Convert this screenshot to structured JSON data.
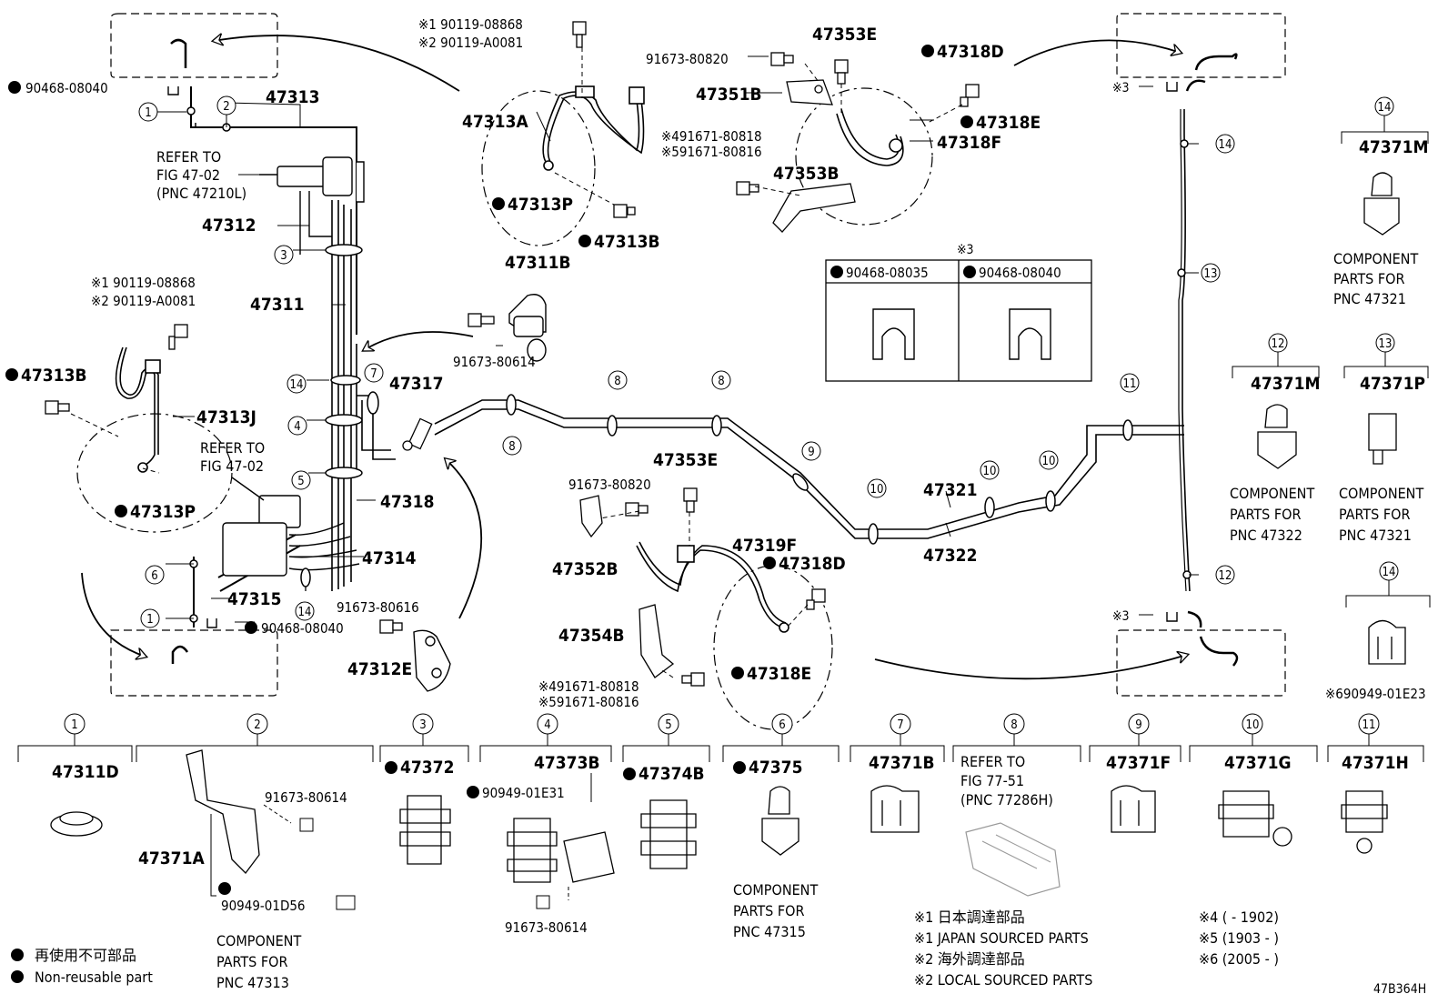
{
  "diagram_id": "47B364H",
  "top_parts": {
    "p47313": "47313",
    "p47313A": "47313A",
    "p47313P_a": "47313P",
    "p47313B_a": "47313B",
    "p47311B": "47311B",
    "b90119_1a": "※1 90119-08868",
    "b90119_2a": "※2 90119-A0081",
    "b90468_08040_a": "90468-08040",
    "p47312": "47312",
    "p47311": "47311",
    "b91673_80614_a": "91673-80614",
    "b90119_1b": "※1 90119-08868",
    "b90119_2b": "※2 90119-A0081",
    "p47313B_b": "47313B",
    "p47313J": "47313J",
    "p47313P_b": "47313P",
    "p47317": "47317",
    "p47318": "47318",
    "p47314": "47314",
    "p47315": "47315",
    "b91673_80616": "91673-80616",
    "b90468_08040_b": "90468-08040",
    "p47312E": "47312E",
    "b91673_80820_a": "91673-80820",
    "p47351B": "47351B",
    "p47353E_a": "47353E",
    "p47318D_a": "47318D",
    "p47318E_a": "47318E",
    "p47318F": "47318F",
    "b491671": "※491671-80818",
    "b591671": "※591671-80816",
    "p47353B": "47353B",
    "p47353E_b": "47353E",
    "b91673_80820_b": "91673-80820",
    "p47352B": "47352B",
    "p47319F": "47319F",
    "p47318D_b": "47318D",
    "p47354B": "47354B",
    "b491671_b": "※491671-80818",
    "b591671_b": "※591671-80816",
    "p47318E_b": "47318E",
    "p47321": "47321",
    "p47322": "47322",
    "x3_label": "※3",
    "x3_top": "※3",
    "x3_bot": "※3"
  },
  "refer_blocks": {
    "r1": [
      "REFER TO",
      "FIG 47-02",
      "(PNC 47210L)"
    ],
    "r2": [
      "REFER TO",
      "FIG 47-02"
    ],
    "r3": [
      "REFER TO",
      "FIG 77-51",
      "(PNC 77286H)"
    ]
  },
  "clip_table": {
    "col1": "90468-08035",
    "col2": "90468-08040"
  },
  "right_column": {
    "c14_part": "47371M",
    "c14_cap": [
      "COMPONENT",
      "PARTS FOR",
      "PNC 47321"
    ],
    "c12_part": "47371M",
    "c12_cap": [
      "COMPONENT",
      "PARTS FOR",
      "PNC 47322"
    ],
    "c13_part": "47371P",
    "c13_cap": [
      "COMPONENT",
      "PARTS FOR",
      "PNC 47321"
    ],
    "c14b_part": "※690949-01E23"
  },
  "bottom_row": {
    "b1": "47311D",
    "b2_parts": [
      "91673-80614",
      "47371A",
      "90949-01D56"
    ],
    "b2_cap": [
      "COMPONENT",
      "PARTS FOR",
      "PNC 47313"
    ],
    "b3": "47372",
    "b4": "47373B",
    "b4_sub": "90949-01E31",
    "b4_bolt": "91673-80614",
    "b5": "47374B",
    "b6": "47375",
    "b6_cap": [
      "COMPONENT",
      "PARTS FOR",
      "PNC 47315"
    ],
    "b7": "47371B",
    "b9": "47371F",
    "b10": "47371G",
    "b11": "47371H"
  },
  "callout_numbers": [
    "1",
    "2",
    "3",
    "4",
    "5",
    "6",
    "7",
    "8",
    "9",
    "10",
    "11",
    "12",
    "13",
    "14"
  ],
  "legend": {
    "jp": "再使用不可部品",
    "en": "Non-reusable part"
  },
  "notes": {
    "n1_jp": "※1 日本調達部品",
    "n1_en": "※1 JAPAN SOURCED PARTS",
    "n2_jp": "※2 海外調達部品",
    "n2_en": "※2 LOCAL SOURCED PARTS",
    "n4": "※4 (        - 1902)",
    "n5": "※5 (1903  -        )",
    "n6": "※6 (2005  -        )"
  }
}
